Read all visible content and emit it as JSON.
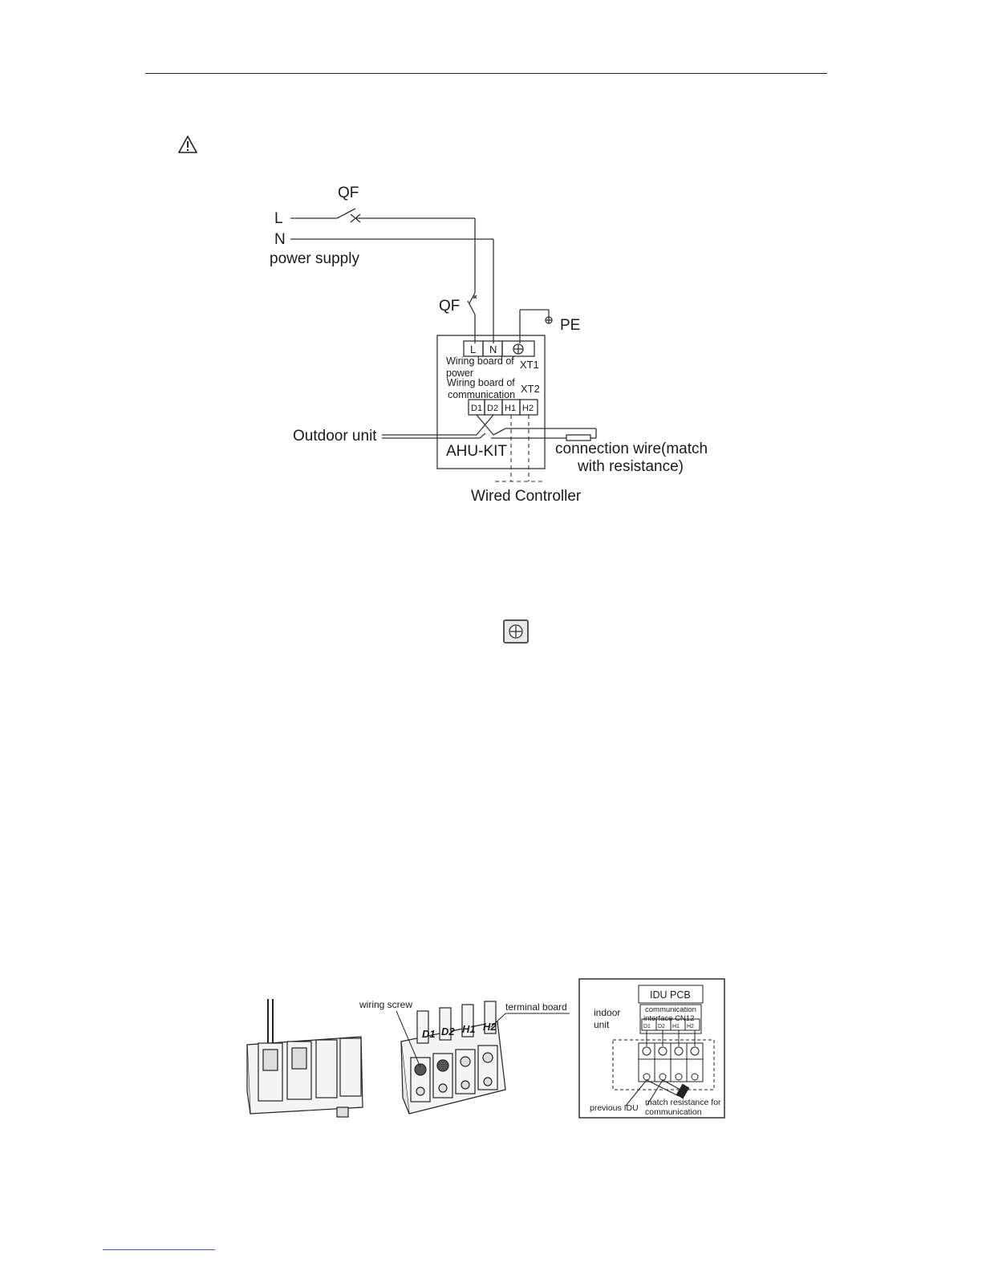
{
  "diagram": {
    "qf_top": "QF",
    "l_label": "L",
    "n_label": "N",
    "power_supply": "power supply",
    "qf_mid": "QF",
    "pe": "PE",
    "terminal_l": "L",
    "terminal_n": "N",
    "xt1": "XT1",
    "wiring_board_power_1": "Wiring board of",
    "wiring_board_power_2": "power",
    "wiring_board_comm_1": "Wiring board of",
    "wiring_board_comm_2": "communication",
    "xt2": "XT2",
    "d1": "D1",
    "d2": "D2",
    "h1": "H1",
    "h2": "H2",
    "outdoor_unit": "Outdoor unit",
    "ahu_kit": "AHU-KIT",
    "connection_wire_1": "connection wire(match",
    "connection_wire_2": "with resistance)",
    "wired_controller": "Wired Controller"
  },
  "figures": {
    "wiring_screw": "wiring screw",
    "terminal_board": "terminal board",
    "tb_d1": "D1",
    "tb_d2": "D2",
    "tb_h1": "H1",
    "tb_h2": "H2",
    "idu_pcb": "IDU PCB",
    "indoor_unit_1": "indoor",
    "indoor_unit_2": "unit",
    "comm_interface_1": "communication",
    "comm_interface_2": "interface CN12",
    "pin_d1": "D1",
    "pin_d2": "D2",
    "pin_h1": "H1",
    "pin_h2": "H2",
    "previous_idu": "previous IDU",
    "match_resistance_1": "match resistance for",
    "match_resistance_2": "communication"
  }
}
